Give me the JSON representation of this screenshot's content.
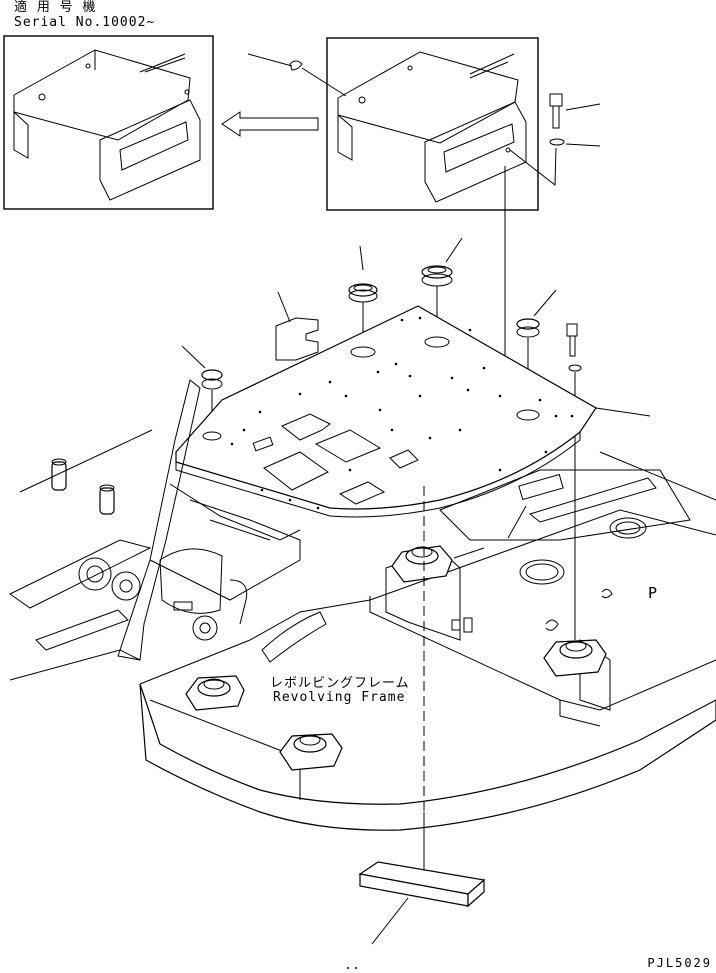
{
  "header": {
    "japanese_caption": "適 用 号 機",
    "serial_caption": "Serial No.10002~"
  },
  "callouts": {
    "frame_japanese": "レボルビングフレーム",
    "frame_english": "Revolving Frame",
    "drawing_code": "PJL5029",
    "side_mark": "P"
  },
  "colors": {
    "line": "#000000",
    "background": "#ffffff"
  }
}
